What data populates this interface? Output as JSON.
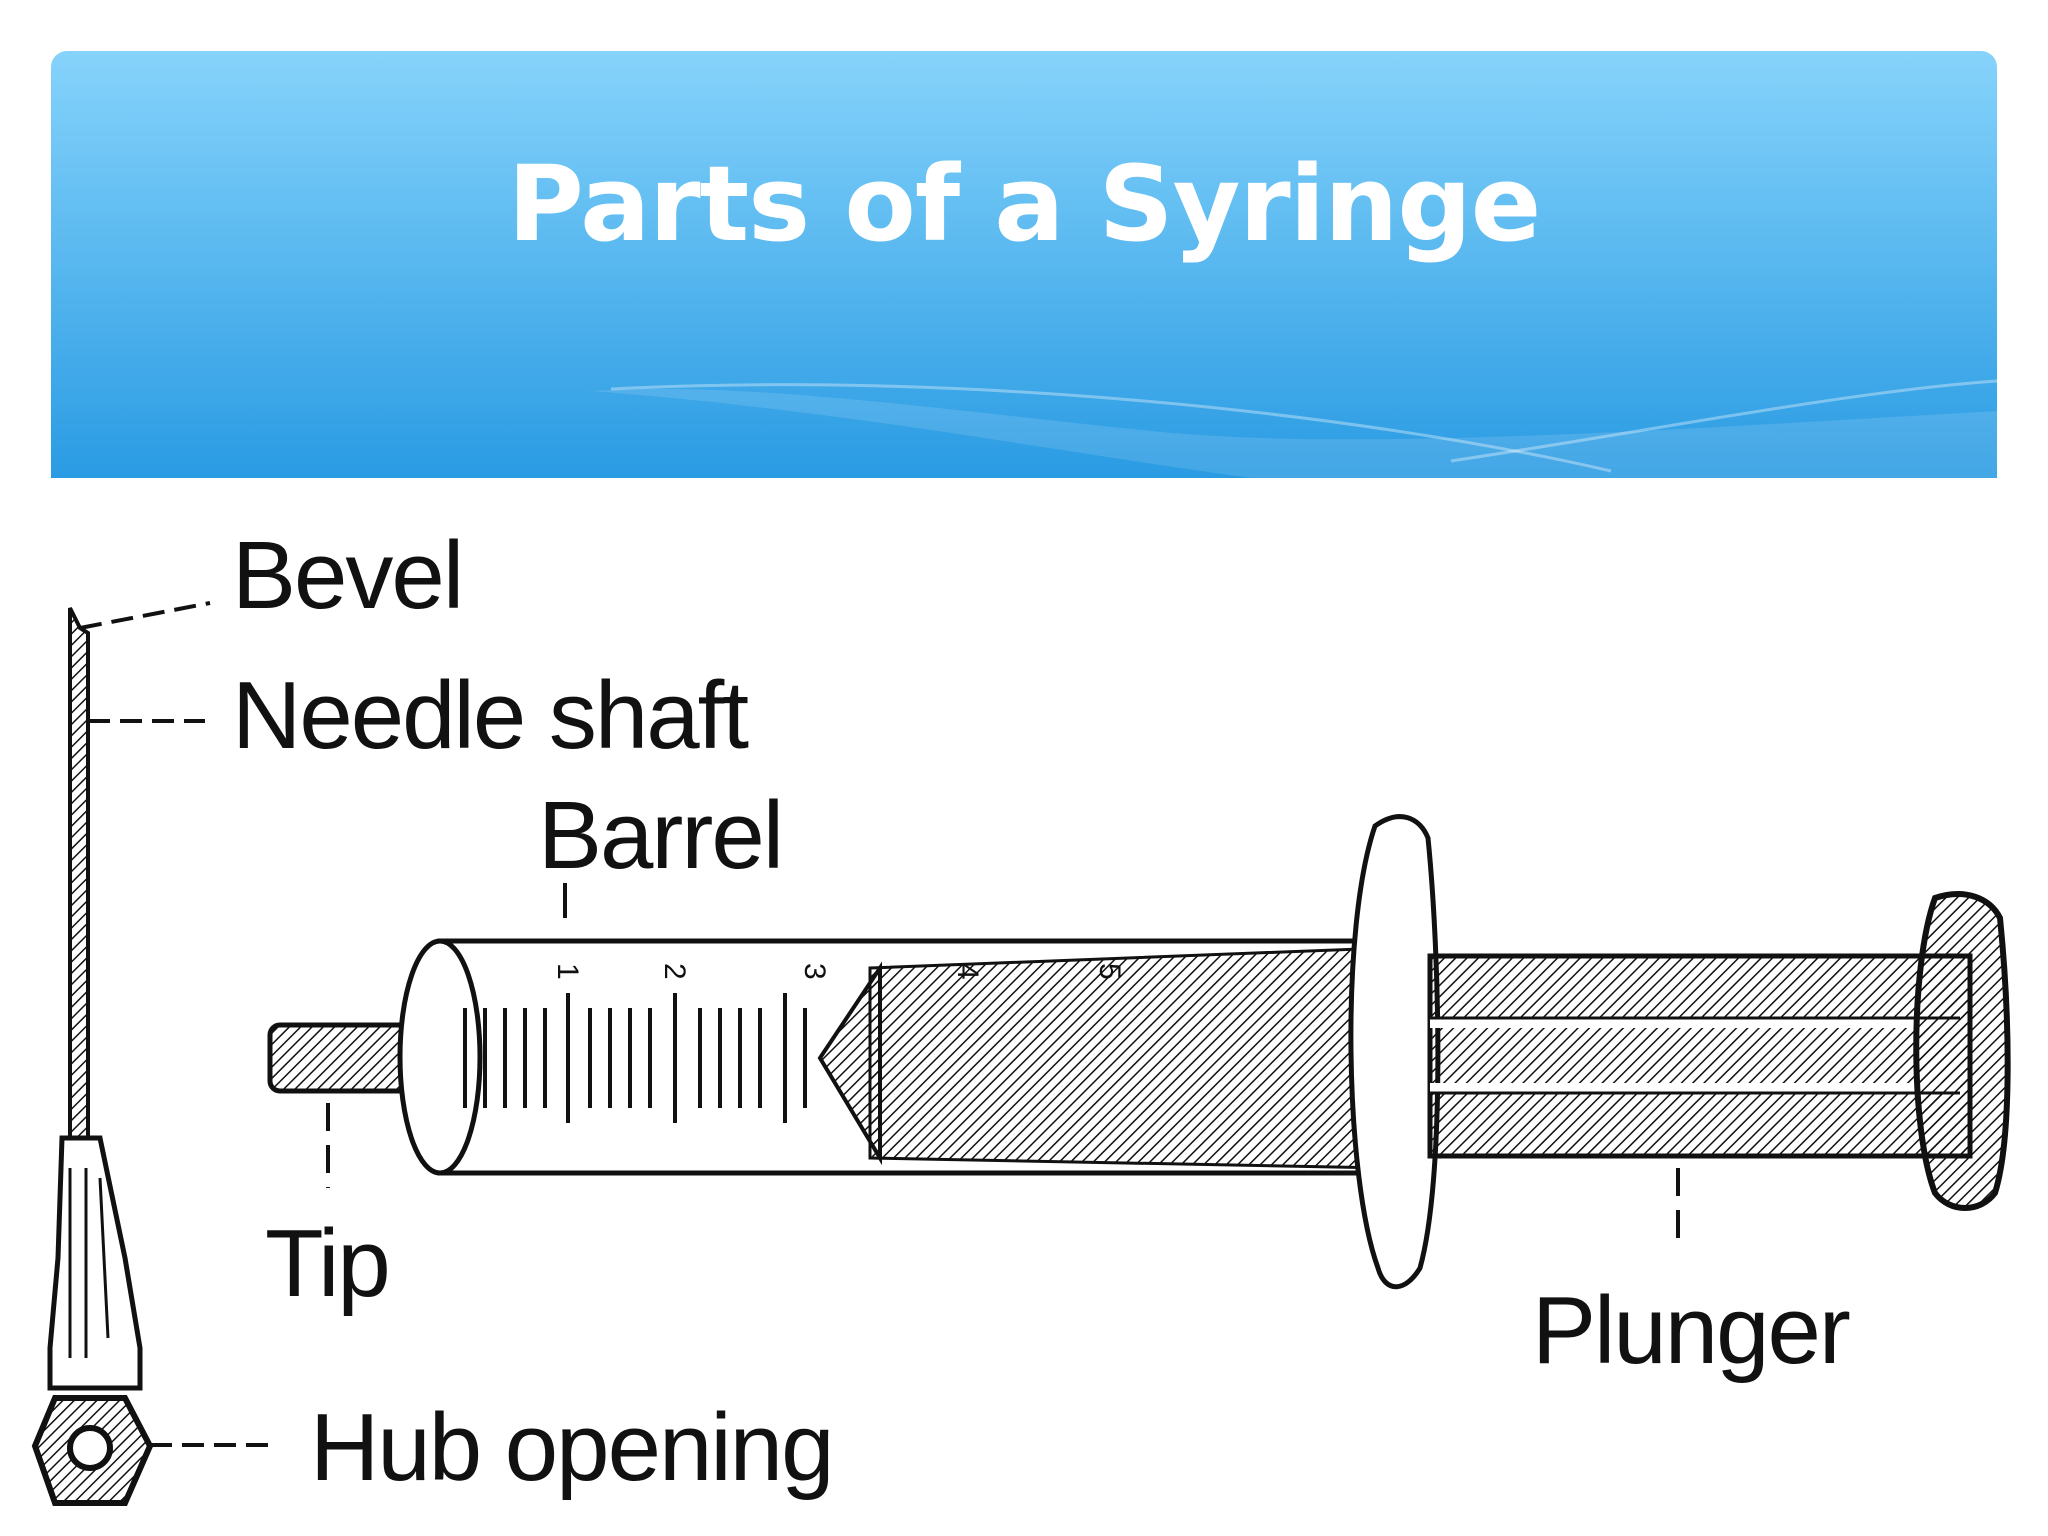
{
  "slide": {
    "title": "Parts of a Syringe"
  },
  "diagram": {
    "labels": {
      "bevel": "Bevel",
      "needle_shaft": "Needle shaft",
      "barrel": "Barrel",
      "tip": "Tip",
      "hub_opening": "Hub opening",
      "plunger": "Plunger"
    },
    "scale_marks": [
      "1",
      "2",
      "3",
      "4",
      "5"
    ]
  },
  "colors": {
    "banner_top": "#86d3fb",
    "banner_bottom": "#2a9be3",
    "title_text": "#ffffff",
    "line_art": "#111111"
  }
}
